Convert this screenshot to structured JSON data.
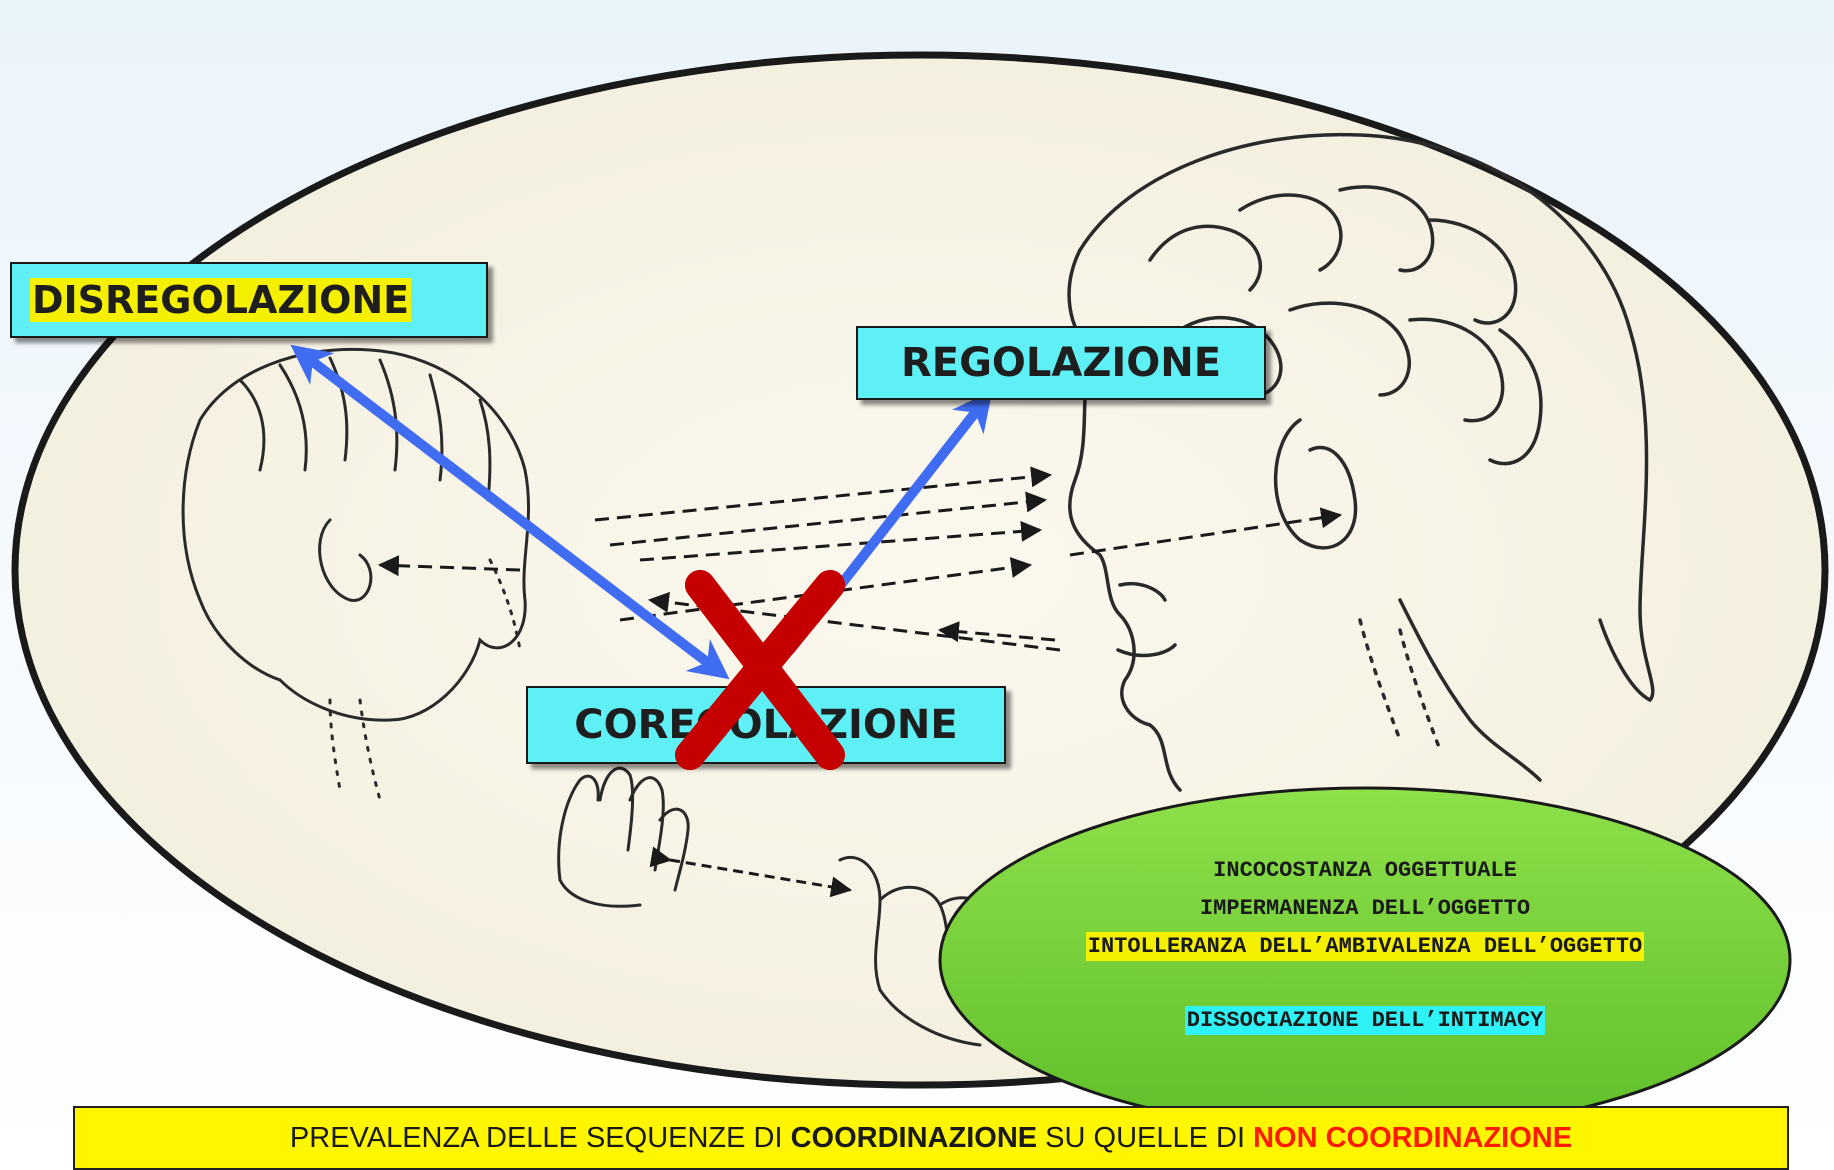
{
  "labels": {
    "disregolazione": "DISREGOLAZIONE",
    "regolazione": "REGOLAZIONE",
    "coregolazione": "COREGOLAZIONE"
  },
  "green_ellipse": {
    "line1": "INCOCOSTANZA OGGETTUALE",
    "line2": "IMPERMANENZA DELL’OGGETTO",
    "line3": "INTOLLERANZA DELL’AMBIVALENZA DELL’OGGETTO",
    "line4": "DISSOCIAZIONE DELL’INTIMACY"
  },
  "bottom_bar": {
    "part1": "PREVALENZA DELLE SEQUENZE DI ",
    "part2": "COORDINAZIONE",
    "part3": " SU QUELLE DI ",
    "part4": "NON COORDINAZIONE"
  },
  "colors": {
    "label_box": "#5ff0f6",
    "highlight_yellow": "#f5f000",
    "blue_arrow": "#3f6cf0",
    "red_cross": "#c40000",
    "green_ellipse": "#7cd63a",
    "bottom_bar": "#fff600",
    "red_text": "#ff1a00"
  },
  "icons": [
    "double-headed-arrow",
    "single-arrow",
    "red-x-cross",
    "dashed-gaze-arrows"
  ]
}
